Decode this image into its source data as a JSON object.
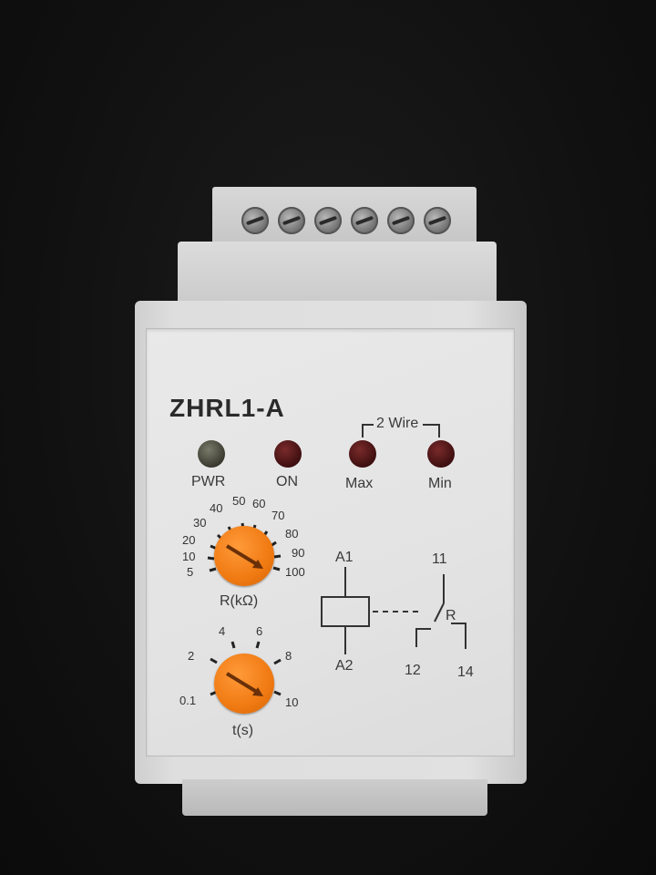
{
  "device": {
    "model": "ZHRL1-A",
    "indicators": [
      {
        "label": "PWR",
        "state": "off"
      },
      {
        "label": "ON",
        "state": "red"
      },
      {
        "label": "Max",
        "state": "red"
      },
      {
        "label": "Min",
        "state": "red"
      }
    ],
    "wire_bracket_label": "2 Wire",
    "resistance_dial": {
      "label": "R(kΩ)",
      "scale": [
        "5",
        "10",
        "20",
        "30",
        "40",
        "50",
        "60",
        "70",
        "80",
        "90",
        "100"
      ]
    },
    "time_dial": {
      "label": "t(s)",
      "scale": [
        "0.1",
        "2",
        "4",
        "6",
        "8",
        "10"
      ]
    },
    "schematic": {
      "coil_top": "A1",
      "coil_bottom": "A2",
      "contact_common": "11",
      "relay_label": "R",
      "contact_nc": "12",
      "contact_no": "14"
    }
  }
}
